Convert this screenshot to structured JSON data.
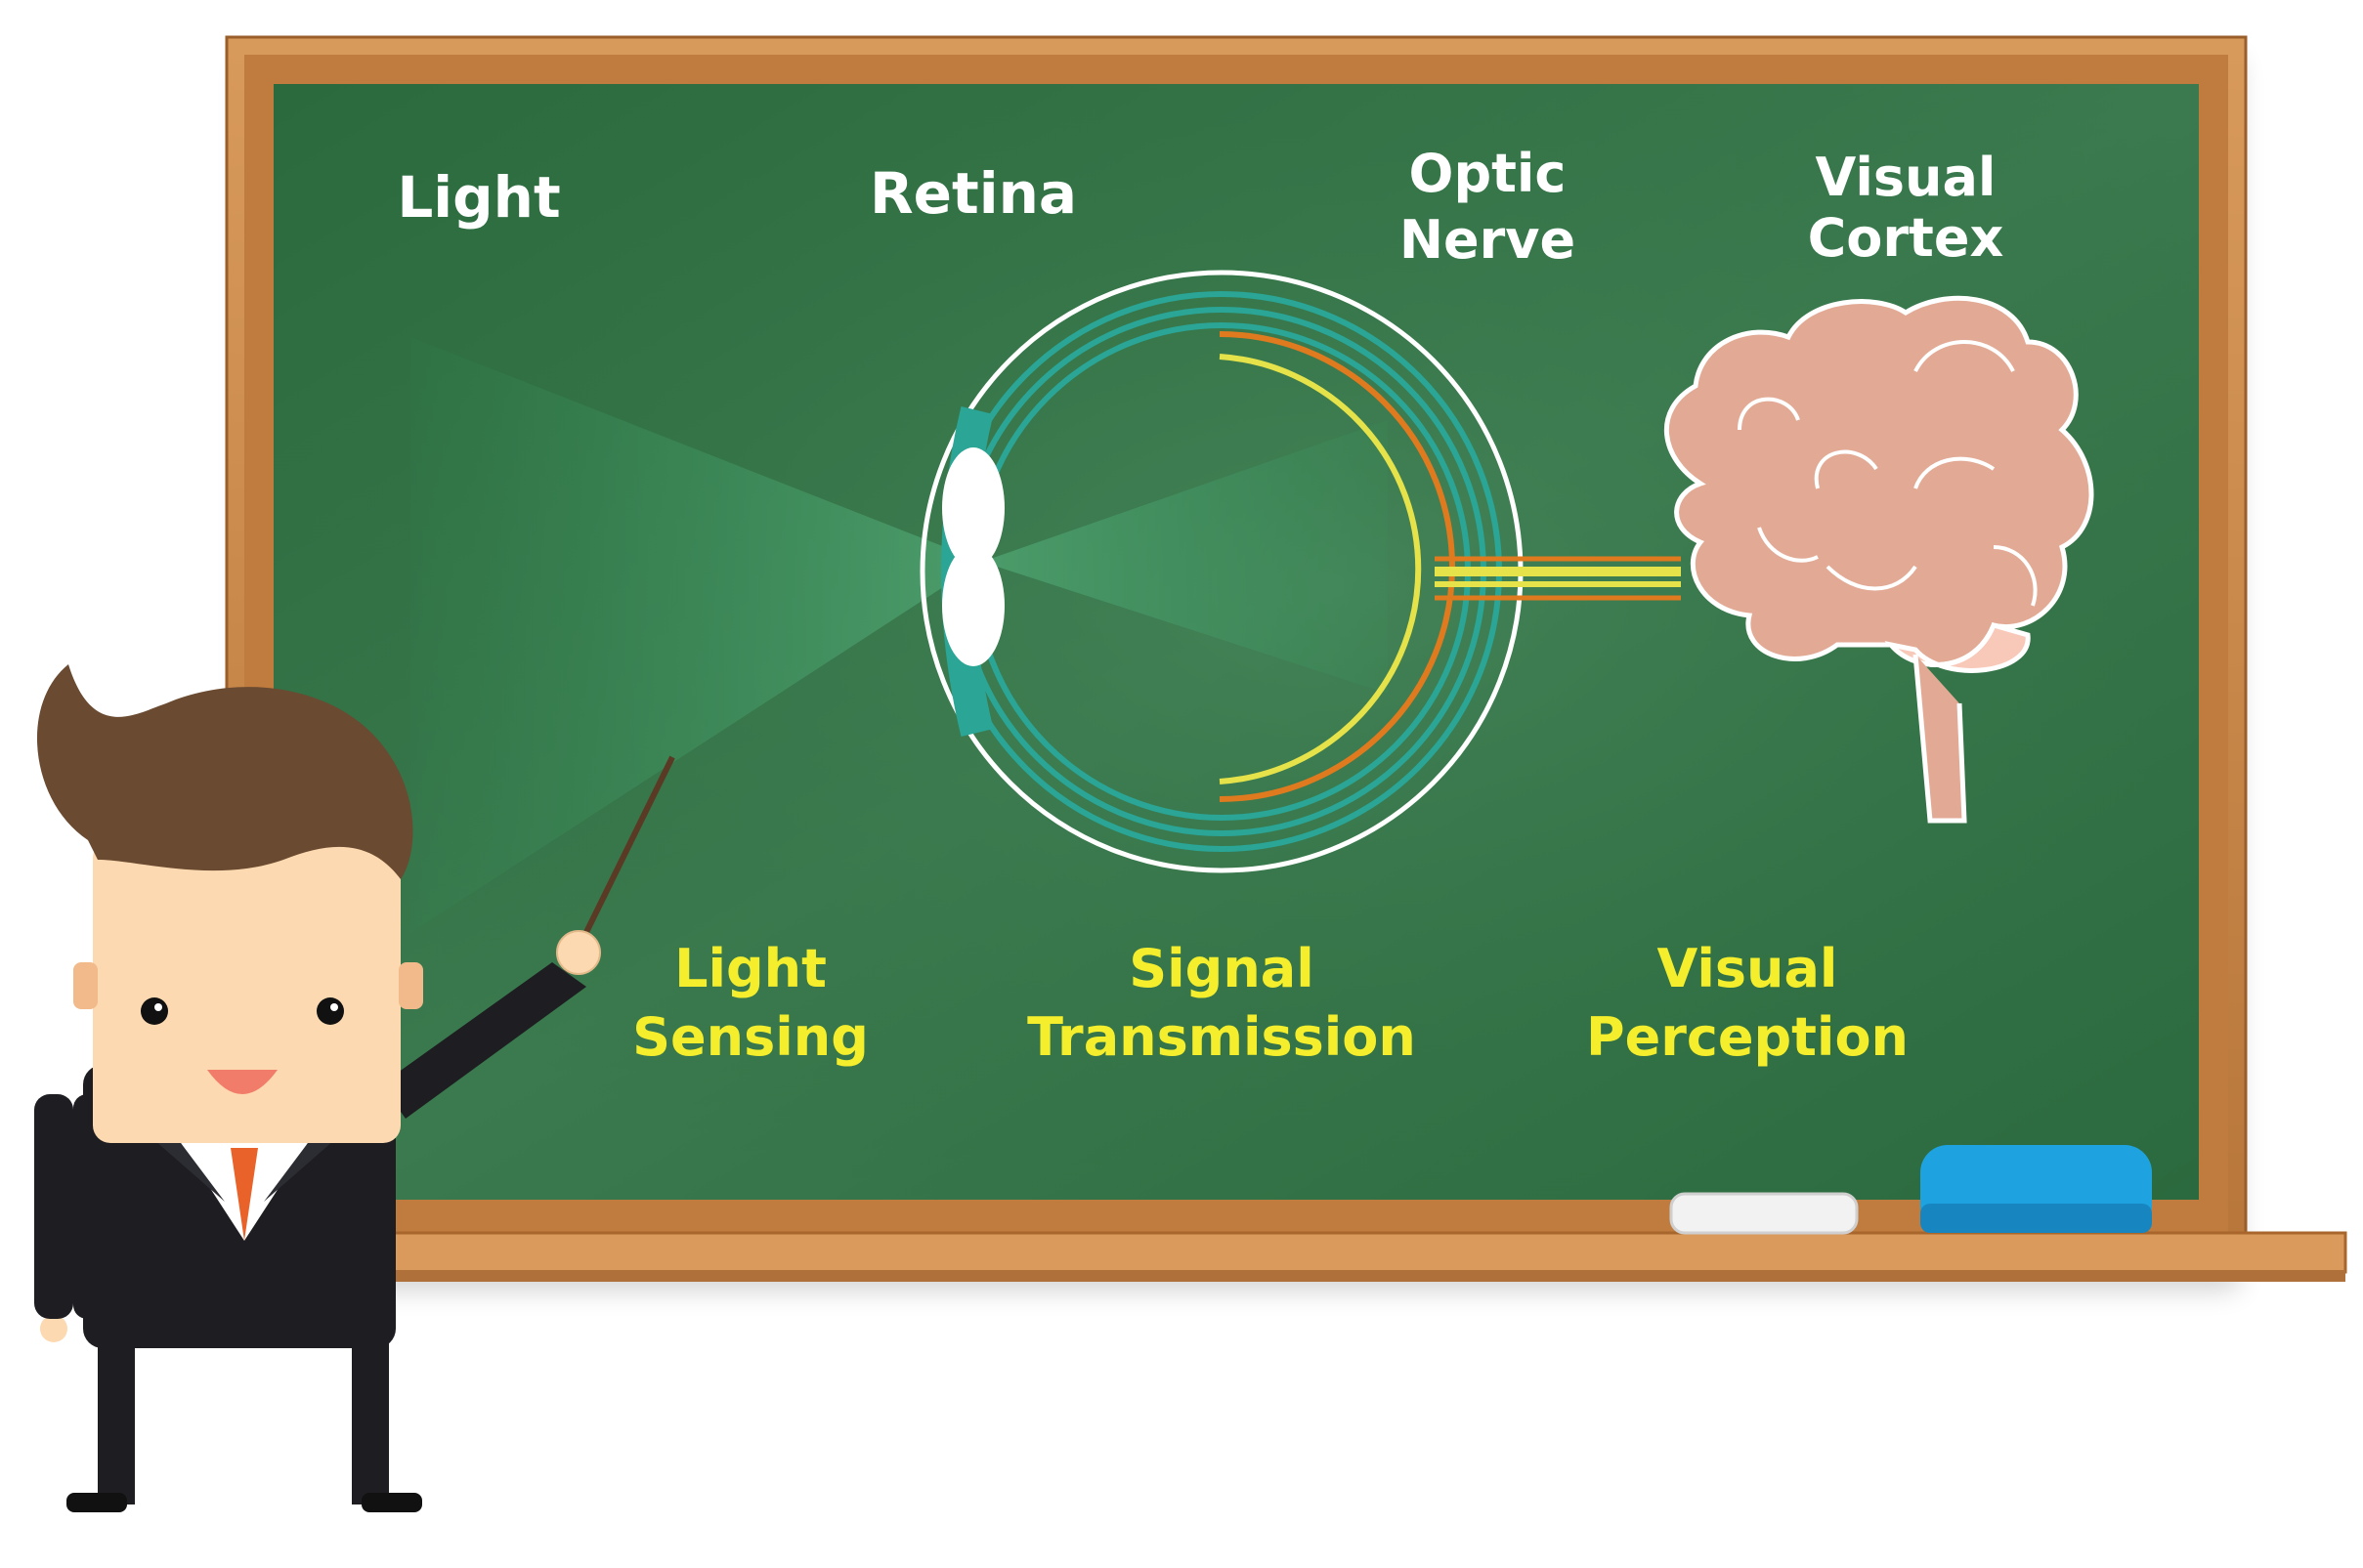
{
  "board": {
    "top_labels": {
      "light": "Light",
      "retina": "Retina",
      "optic_nerve": [
        "Optic",
        "Nerve"
      ],
      "visual_cortex": [
        "Visual",
        "Cortex"
      ]
    },
    "bottom_labels": {
      "light_sensing": [
        "Light",
        "Sensing"
      ],
      "signal_transmission": [
        "Signal",
        "Transmission"
      ],
      "visual_perception": [
        "Visual",
        "Perception"
      ]
    }
  },
  "colors": {
    "board": "#2f6b40",
    "frame": "#c8884a",
    "chalk_white": "#ffffff",
    "chalk_yellow": "#f4ee2c",
    "eye_teal": "#2aa596",
    "retina_yellow": "#e6e24a",
    "retina_orange": "#e07a1f",
    "brain_pink": "#e2aa95",
    "eraser_blue": "#1ea3e0"
  },
  "icons": [
    "eye-icon",
    "brain-icon",
    "teacher-icon",
    "pointer-icon",
    "chalk-icon",
    "eraser-icon"
  ]
}
